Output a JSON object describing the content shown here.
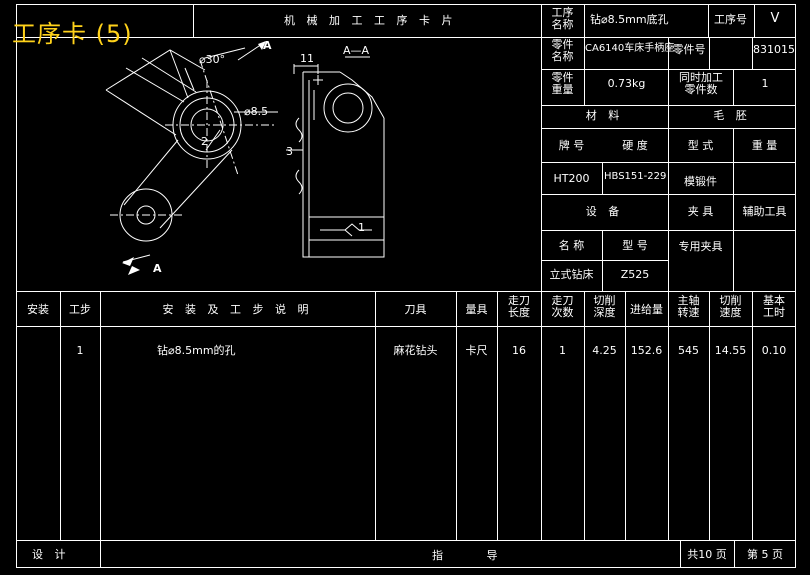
{
  "title": "工序卡 (5)",
  "card_title": "机 械 加 工 工 序 卡 片",
  "process_name_label": [
    "工序",
    "名称"
  ],
  "process_name": "钻⌀8.5mm底孔",
  "process_no_label": "工序号",
  "process_no": "V",
  "part_name_label": [
    "零件",
    "名称"
  ],
  "part_name": "CA6140车床手柄座",
  "part_no_label": "零件号",
  "part_no": "831015",
  "part_weight_label": [
    "零件",
    "重量"
  ],
  "part_weight": "0.73kg",
  "simul_label": [
    "同时加工",
    "零件数"
  ],
  "simul_count": "1",
  "material_label": "材 料",
  "blank_label": "毛 胚",
  "grade_label": "牌 号",
  "hardness_label": "硬 度",
  "type_label": "型 式",
  "weight_label": "重 量",
  "grade": "HT200",
  "hardness": "HBS151-229",
  "blank_type": "模锻件",
  "equipment_label": "设 备",
  "fixture_label": "夹 具",
  "aux_tool_label": "辅助工具",
  "name_label": "名 称",
  "model_label": "型 号",
  "fixture_value": "专用夹具",
  "machine_name": "立式钻床",
  "machine_model": "Z525",
  "drawing": {
    "angle": "⌀30°",
    "hole_dia": "⌀8.5",
    "arrow_a1": "A",
    "arrow_a2": "A",
    "num2": "2",
    "dim11": "11",
    "section": "A—A",
    "num3": "3",
    "num1": "1"
  },
  "table": {
    "headers": {
      "install": "安装",
      "step": "工步",
      "description": "安 装 及 工 步 说 明",
      "tool": "刀具",
      "gauge": "量具",
      "stroke_len": [
        "走刀",
        "长度"
      ],
      "passes": [
        "走刀",
        "次数"
      ],
      "cut_depth": [
        "切削",
        "深度"
      ],
      "feed": "进给量",
      "spindle_speed": [
        "主轴",
        "转速"
      ],
      "cut_speed": [
        "切削",
        "速度"
      ],
      "basic_time": [
        "基本",
        "工时"
      ]
    },
    "rows": [
      {
        "step": "1",
        "description": "钻⌀8.5mm的孔",
        "tool": "麻花钻头",
        "gauge": "卡尺",
        "stroke_len": "16",
        "passes": "1",
        "cut_depth": "4.25",
        "feed": "152.6",
        "spindle_speed": "545",
        "cut_speed": "14.55",
        "basic_time": "0.10"
      }
    ]
  },
  "footer": {
    "design": "设 计",
    "guide": "指 导",
    "total_pages": "共10 页",
    "page_no": "第 5 页"
  }
}
